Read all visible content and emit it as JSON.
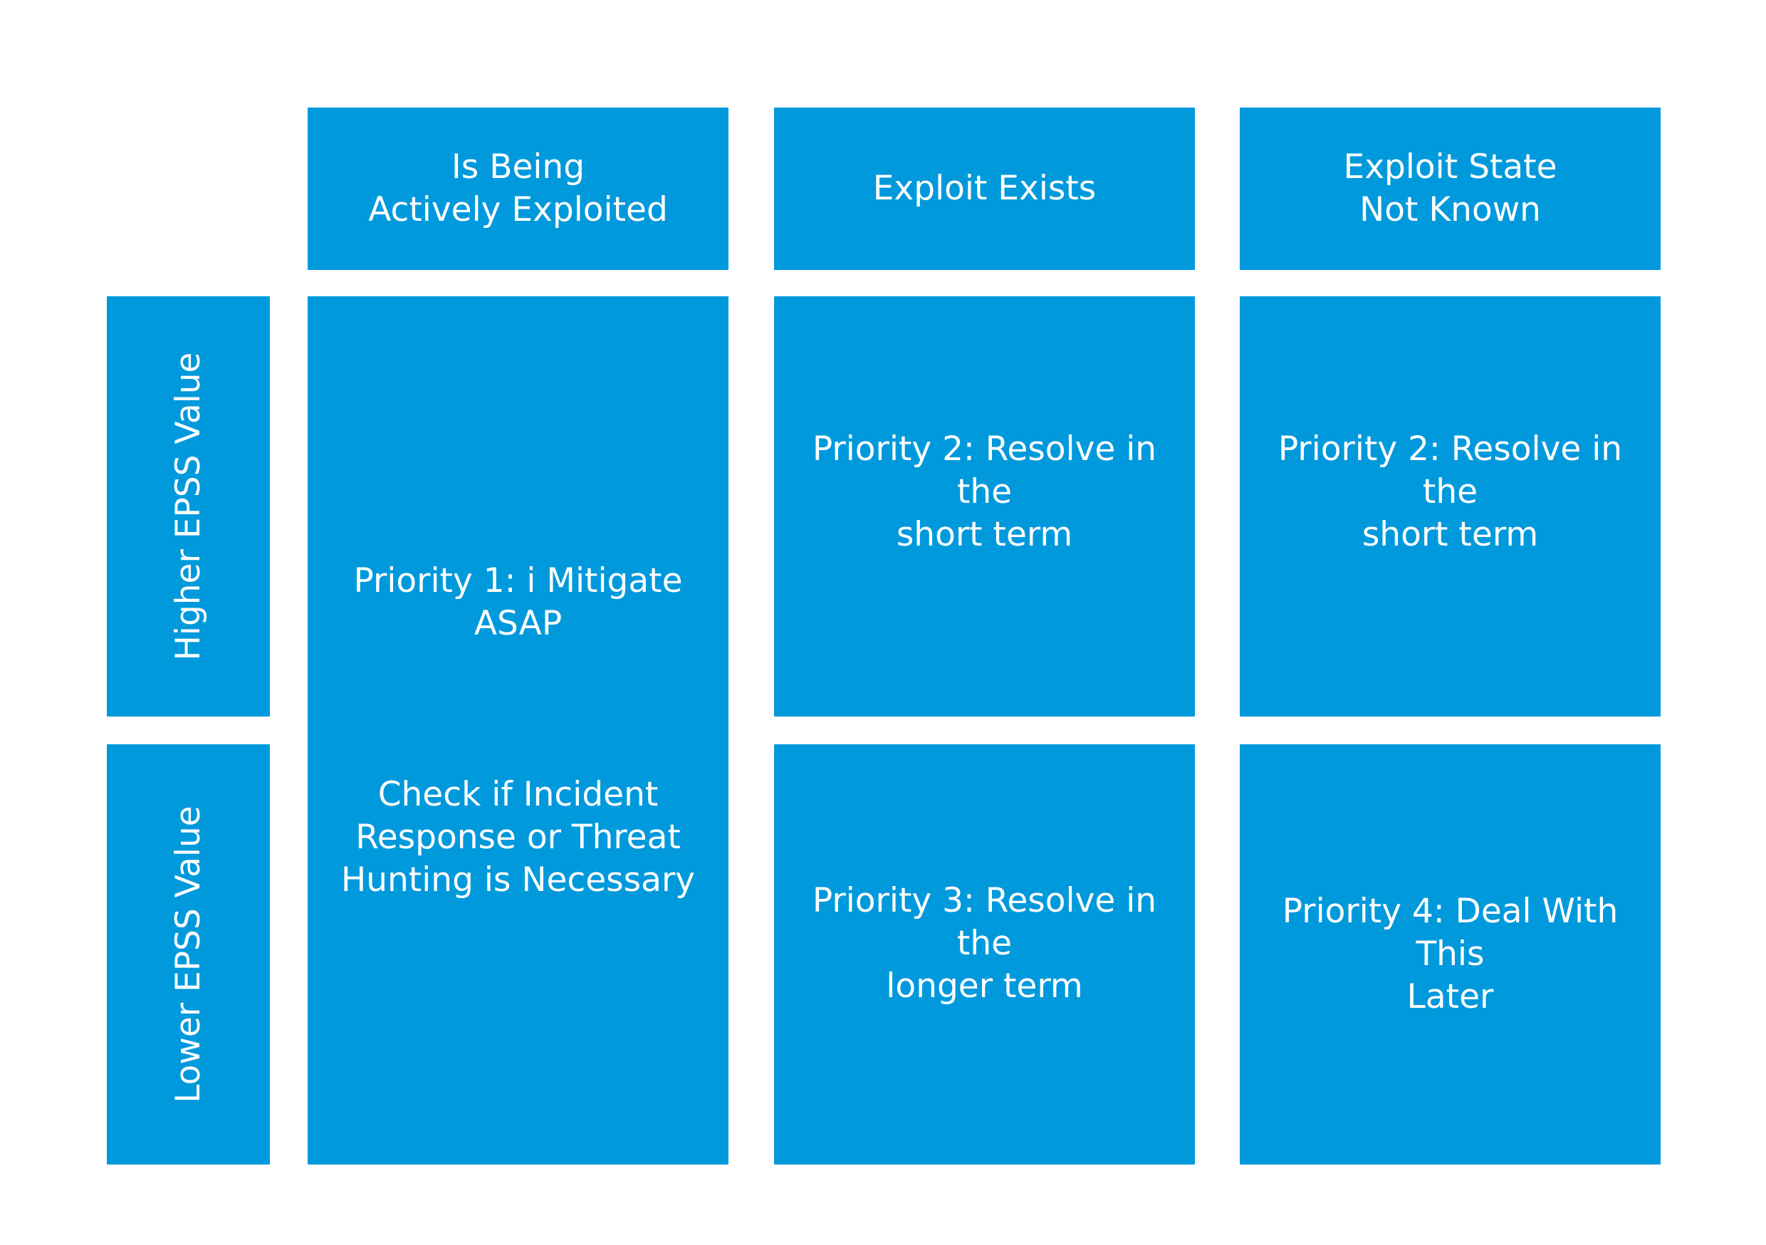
{
  "columns": {
    "col1": "Is Being\nActively Exploited",
    "col2": "Exploit Exists",
    "col3": "Exploit State\nNot Known"
  },
  "rows": {
    "higher": "Higher EPSS Value",
    "lower": "Lower EPSS Value"
  },
  "cells": {
    "priority1_title": "Priority 1: i Mitigate ASAP",
    "priority1_detail": "Check if Incident\nResponse or Threat\nHunting is Necessary",
    "higher_exists": "Priority 2: Resolve in the\nshort term",
    "higher_unknown": "Priority 2: Resolve in the\nshort term",
    "lower_exists": "Priority 3: Resolve in the\nlonger term",
    "lower_unknown": "Priority 4: Deal With This\nLater"
  },
  "colors": {
    "cell_fill": "#0099dc",
    "text": "#ffffff",
    "background": "#ffffff"
  }
}
